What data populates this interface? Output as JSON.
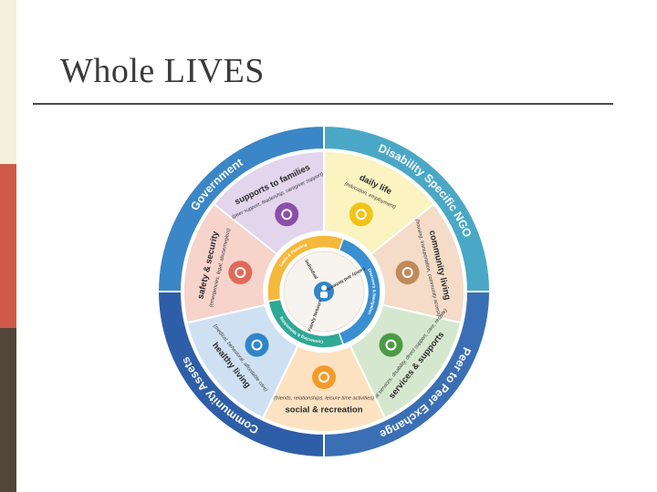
{
  "slide": {
    "title": "Whole LIVES"
  },
  "wheel": {
    "outer_ring": [
      {
        "label": "Government",
        "color": "#3b86c6"
      },
      {
        "label": "Disability Specific NGO",
        "color": "#4aa8c6"
      },
      {
        "label": "Peer to Peer Exchange",
        "color": "#3a6fb5"
      },
      {
        "label": "Community Assets",
        "color": "#2f5ea8"
      }
    ],
    "sectors": [
      {
        "title": "daily life",
        "detail": "(education, employment)",
        "color": "#fbf3c0",
        "icon": "sun-icon",
        "icon_color": "#f2c418"
      },
      {
        "title": "community living",
        "detail": "(housing, transportation, community access)",
        "color": "#f4dcc8",
        "icon": "house-icon",
        "icon_color": "#c08a5a"
      },
      {
        "title": "services & supports",
        "detail": "(formal services, disability, direct support, care, respite)",
        "color": "#d5e8cf",
        "icon": "services-icon",
        "icon_color": "#4d9a45"
      },
      {
        "title": "social & recreation",
        "detail": "(friends, relationships, leisure time activities)",
        "color": "#fde2c2",
        "icon": "social-icon",
        "icon_color": "#f39a2b"
      },
      {
        "title": "healthy living",
        "detail": "(medical, behavioral, affordable care)",
        "color": "#cfe0f2",
        "icon": "health-icon",
        "icon_color": "#2f86c8"
      },
      {
        "title": "safety & security",
        "detail": "(emergencies, legal, abuse/neglect)",
        "color": "#f6d3cb",
        "icon": "lock-icon",
        "icon_color": "#e06a5a"
      },
      {
        "title": "supports to families",
        "detail": "(peer support, leadership, caregiver support)",
        "color": "#e2d5ec",
        "icon": "family-icon",
        "icon_color": "#8a4fa8"
      }
    ],
    "inner_ring": [
      {
        "label": "Discovery & Navigation",
        "color": "#3a8fd0"
      },
      {
        "label": "Connecting & Networking",
        "color": "#2fa896"
      },
      {
        "label": "Goals & Planning",
        "color": "#f5b83a"
      }
    ],
    "center": {
      "labels": [
        "Family and Network",
        "Individual",
        "Family Network"
      ],
      "icon": "person-icon",
      "icon_color": "#2f86c8"
    }
  }
}
